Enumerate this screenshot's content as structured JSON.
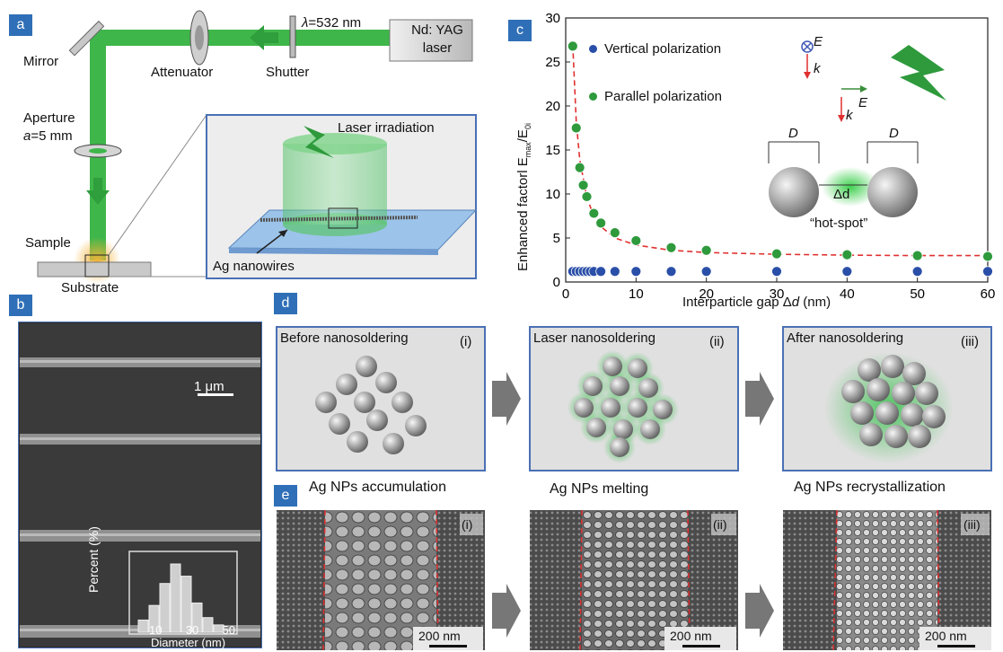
{
  "panels": {
    "a": "a",
    "b": "b",
    "c": "c",
    "d": "d",
    "e": "e"
  },
  "setup": {
    "laser_line1": "Nd: YAG",
    "laser_line2": "laser",
    "wavelength": "=532 nm",
    "lambda": "λ",
    "shutter": "Shutter",
    "attenuator": "Attenuator",
    "mirror": "Mirror",
    "aperture": "Aperture",
    "aperture_a": "a",
    "aperture_val": "=5 mm",
    "sample": "Sample",
    "substrate": "Substrate",
    "laser_irradiation": "Laser irradiation",
    "nanowires": "Ag nanowires"
  },
  "sem_b": {
    "scale": "1 μm",
    "hist_ylabel": "Percent (%)",
    "hist_xlabel": "Diameter (nm)",
    "hist_ticks": [
      "10",
      "30",
      "50"
    ],
    "hist_values": [
      5,
      11,
      20,
      28,
      23,
      12,
      6,
      3
    ]
  },
  "chart_data": {
    "type": "scatter",
    "xlabel_prefix": "Interparticle gap Δ",
    "xlabel_var": "d",
    "xlabel_unit": " (nm)",
    "ylabel": "Enhanced factorl E",
    "ylabel_sub1": "max",
    "ylabel_sep": "/E",
    "ylabel_sub2": "0i",
    "xlim": [
      0,
      60
    ],
    "ylim": [
      0,
      30
    ],
    "xticks": [
      0,
      10,
      20,
      30,
      40,
      50,
      60
    ],
    "yticks": [
      0,
      5,
      10,
      15,
      20,
      25,
      30
    ],
    "series": [
      {
        "name": "Vertical polarization",
        "color": "#2a4fa8",
        "x": [
          1,
          1.5,
          2,
          2.5,
          3,
          3.5,
          4,
          5,
          7,
          10,
          15,
          20,
          30,
          40,
          50,
          60
        ],
        "y": [
          1.2,
          1.2,
          1.2,
          1.2,
          1.2,
          1.2,
          1.2,
          1.2,
          1.2,
          1.2,
          1.2,
          1.2,
          1.2,
          1.2,
          1.2,
          1.2
        ]
      },
      {
        "name": "Parallel polarization",
        "color": "#2e9a3c",
        "x": [
          1,
          1.5,
          2,
          2.5,
          3,
          4,
          5,
          7,
          10,
          15,
          20,
          30,
          40,
          50,
          60
        ],
        "y": [
          26.8,
          17.5,
          13,
          11,
          9.7,
          7.8,
          6.7,
          5.6,
          4.7,
          3.9,
          3.6,
          3.2,
          3.1,
          3.0,
          2.9
        ]
      }
    ],
    "fit": {
      "color": "#e03030",
      "x": [
        1,
        1.5,
        2,
        3,
        4,
        5,
        7,
        10,
        15,
        20,
        30,
        40,
        50,
        60
      ],
      "y": [
        27,
        18.2,
        13.9,
        9.6,
        7.5,
        6.3,
        5.0,
        4.2,
        3.6,
        3.35,
        3.15,
        3.05,
        3.0,
        3.0
      ]
    }
  },
  "inset_c": {
    "E": "E",
    "k": "k",
    "D": "D",
    "gap": "Δd",
    "hotspot": "“hot-spot”"
  },
  "panel_d": {
    "step1": "Before nanosoldering",
    "step1_num": "(i)",
    "cap1": "Ag NPs accumulation",
    "step2": "Laser nanosoldering",
    "step2_num": "(ii)",
    "cap2": "Ag NPs melting",
    "step3": "After nanosoldering",
    "step3_num": "(iii)",
    "cap3": "Ag NPs recrystallization"
  },
  "panel_e": {
    "num1": "(i)",
    "num2": "(ii)",
    "num3": "(iii)",
    "scale": "200 nm"
  },
  "colors": {
    "panel_label": "#2f6fb7",
    "beam": "#3fb64a",
    "box_border": "#4a70b5"
  }
}
